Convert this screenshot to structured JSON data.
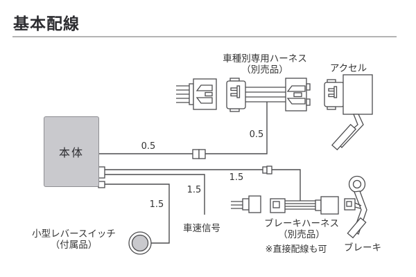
{
  "page": {
    "title": "基本配線"
  },
  "diagram": {
    "main_unit": {
      "label": "本体"
    },
    "vehicle_harness": {
      "name": "車種別専用ハーネス",
      "availability": "（別売品）"
    },
    "accelerator": {
      "label": "アクセル"
    },
    "lever_switch": {
      "name": "小型レバースイッチ",
      "availability": "（付属品）"
    },
    "speed_signal": {
      "label": "車速信号"
    },
    "brake_harness": {
      "name": "ブレーキハーネス",
      "availability": "（別売品）",
      "note": "※直接配線も可"
    },
    "brake": {
      "label": "ブレーキ"
    },
    "wire_labels": {
      "unit_to_harness": "0.5",
      "harness_branch": "0.5",
      "brake_wire": "1.5",
      "speed_wire": "1.5",
      "lever_wire": "1.5"
    },
    "colors": {
      "line": "#4c4c4e",
      "unit_fill": "#c9c9cd",
      "text": "#333333",
      "rule": "#b3b3b3"
    }
  }
}
